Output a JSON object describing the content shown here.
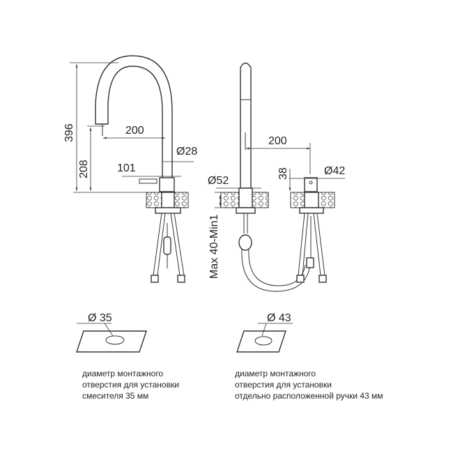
{
  "left_faucet": {
    "dims": {
      "height_total": "396",
      "height_spout": "208",
      "reach": "200",
      "diameter": "Ø28",
      "handle": "101"
    }
  },
  "right_faucet": {
    "dims": {
      "reach": "200",
      "handle_height": "38",
      "handle_diameter": "Ø42",
      "base_diameter": "Ø52",
      "countertop": "Max 40-Min1"
    }
  },
  "hole_left": {
    "label": "Ø 35",
    "caption": [
      "диаметр монтажного",
      "отверстия для установки",
      "смесителя 35 мм"
    ]
  },
  "hole_right": {
    "label": "Ø 43",
    "caption": [
      "диаметр монтажного",
      "отверстия для установки",
      "отдельно расположенной ручки 43 мм"
    ]
  }
}
